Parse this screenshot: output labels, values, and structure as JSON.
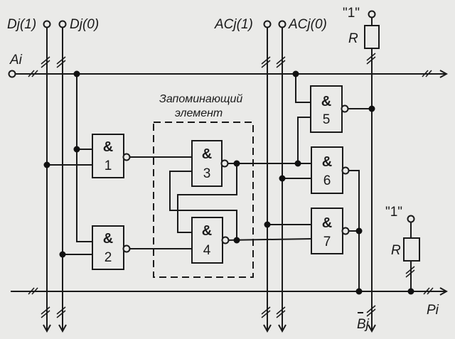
{
  "labels": {
    "dj1": "Dj(1)",
    "dj0": "Dj(0)",
    "acj1": "ACj(1)",
    "acj0": "ACj(0)",
    "ai": "Ai",
    "pi": "Pi",
    "bj": "Bj",
    "one_top": "\"1\"",
    "one_bottom": "\"1\"",
    "r_top": "R",
    "r_bottom": "R",
    "memory_line1": "Запоминающий",
    "memory_line2": "элемент"
  },
  "gates": [
    {
      "symbol": "&",
      "number": "1"
    },
    {
      "symbol": "&",
      "number": "2"
    },
    {
      "symbol": "&",
      "number": "3"
    },
    {
      "symbol": "&",
      "number": "4"
    },
    {
      "symbol": "&",
      "number": "5"
    },
    {
      "symbol": "&",
      "number": "6"
    },
    {
      "symbol": "&",
      "number": "7"
    }
  ]
}
